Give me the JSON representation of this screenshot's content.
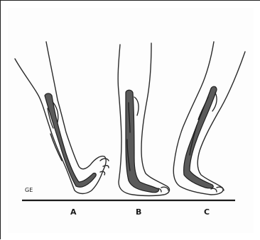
{
  "figure": {
    "labels": {
      "ground_mark": "GE",
      "panel_a": "A",
      "panel_b": "B",
      "panel_c": "C"
    }
  }
}
